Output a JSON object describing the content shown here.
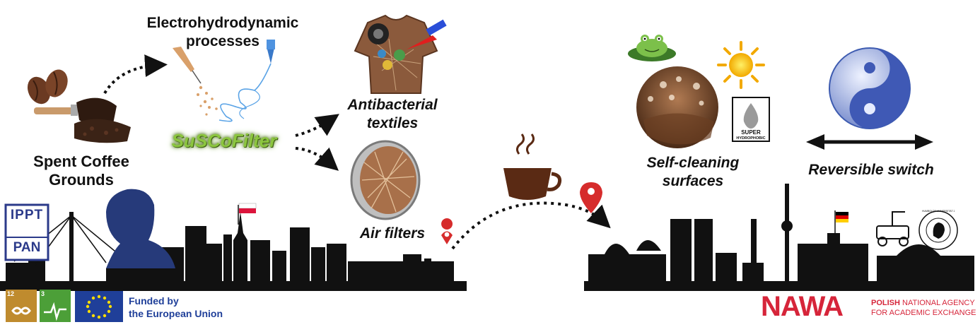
{
  "labels": {
    "electrohydrodynamic_line1": "Electrohydrodynamic",
    "electrohydrodynamic_line2": "processes",
    "spent_coffee_line1": "Spent Coffee",
    "spent_coffee_line2": "Grounds",
    "suscofilter": "SuSCoFilter",
    "antibacterial_line1": "Antibacterial",
    "antibacterial_line2": "textiles",
    "air_filters": "Air filters",
    "self_cleaning_line1": "Self-cleaning",
    "self_cleaning_line2": "surfaces",
    "reversible_switch": "Reversible switch",
    "superhydrophobic_line1": "SUPER",
    "superhydrophobic_line2": "HYDROPHOBIC"
  },
  "logos": {
    "ippt_line1": "IPPT",
    "ippt_line2": "PAN",
    "eu_funded_line1": "Funded by",
    "eu_funded_line2": "the European Union",
    "sdg12_number": "12",
    "sdg3_number": "3",
    "nawa_name": "NAWA",
    "nawa_line1_bold": "POLISH",
    "nawa_line1_rest": " NATIONAL AGENCY",
    "nawa_line2": "FOR ACADEMIC EXCHANGE",
    "humboldt": "HUMBOLDT-UNIVERSITÄT ZU BERLIN"
  },
  "colors": {
    "suscofilter_green": "#8cc63f",
    "ippt_blue": "#2b3a8a",
    "eu_blue": "#1f3f99",
    "eu_star": "#ffdd00",
    "nawa_red": "#d6253a",
    "sdg12": "#bf8b2e",
    "sdg3": "#4c9f38",
    "marker_red": "#d62c2c",
    "skyline": "#111111"
  }
}
